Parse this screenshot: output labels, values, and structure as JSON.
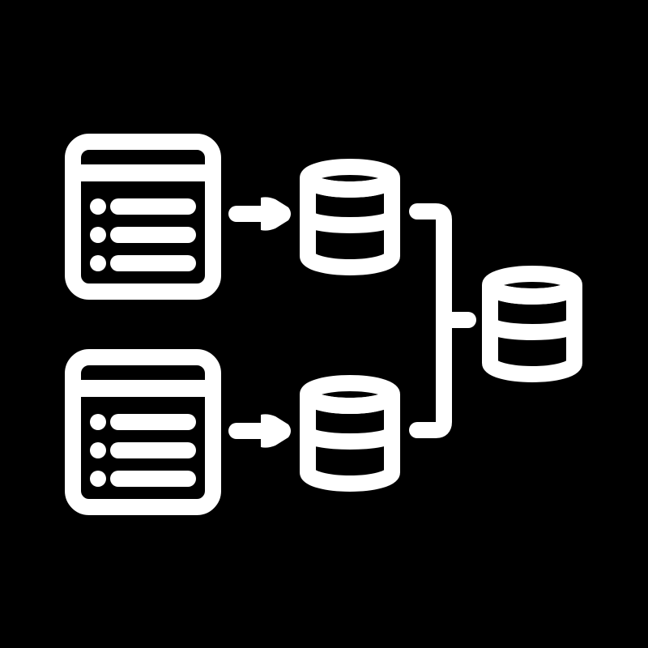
{
  "diagram": {
    "title": "Data sources merging into a central database",
    "colors": {
      "background": "#000000",
      "foreground": "#ffffff"
    },
    "nodes": [
      {
        "id": "table-1",
        "type": "table-window",
        "rows": 3,
        "label": "Source table 1"
      },
      {
        "id": "table-2",
        "type": "table-window",
        "rows": 3,
        "label": "Source table 2"
      },
      {
        "id": "db-1",
        "type": "database",
        "label": "Database 1"
      },
      {
        "id": "db-2",
        "type": "database",
        "label": "Database 2"
      },
      {
        "id": "db-merged",
        "type": "database",
        "label": "Merged database"
      }
    ],
    "edges": [
      {
        "from": "table-1",
        "to": "db-1",
        "style": "arrow"
      },
      {
        "from": "table-2",
        "to": "db-2",
        "style": "arrow"
      },
      {
        "from": "db-1",
        "to": "db-merged",
        "style": "bracket"
      },
      {
        "from": "db-2",
        "to": "db-merged",
        "style": "bracket"
      }
    ]
  }
}
